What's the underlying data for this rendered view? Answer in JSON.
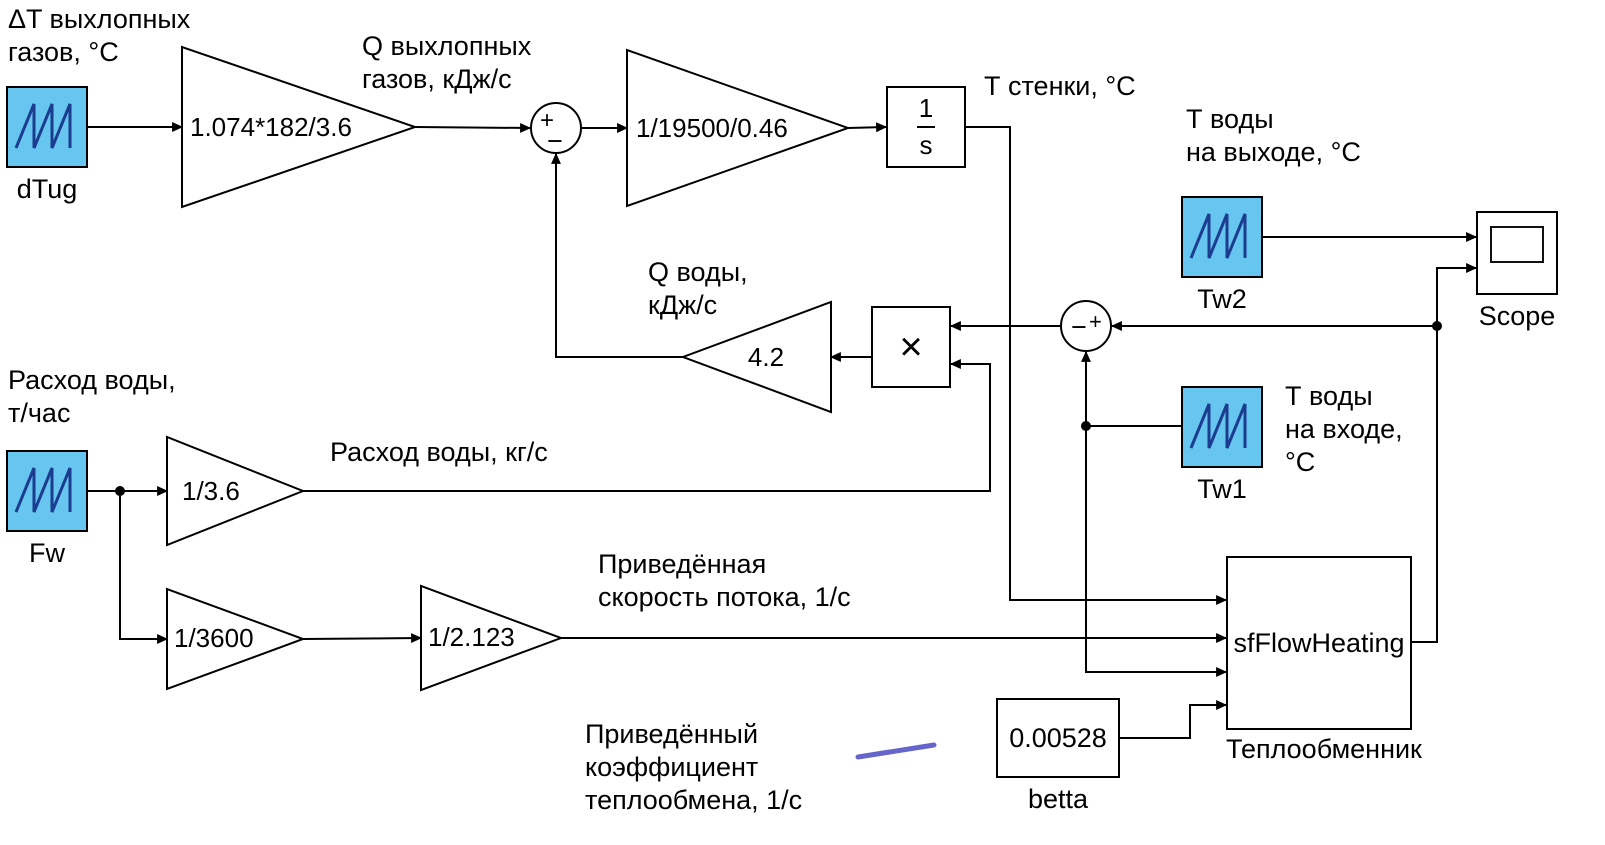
{
  "annotations": {
    "exhaust_dt": "ΔT выхлопных\nгазов, °C",
    "q_exhaust": "Q выхлопных\nгазов, кДж/с",
    "t_wall": "Т стенки, °C",
    "t_water_out": "Т воды\nна выходе, °C",
    "q_water": "Q воды,\nкДж/с",
    "water_flow": "Расход воды,\nт/час",
    "water_flow_kg": "Расход воды, кг/с",
    "reduced_speed": "Приведённая\nскорость потока, 1/с",
    "reduced_coeff": "Приведённый\nкоэффициент\nтеплообмена, 1/с"
  },
  "blocks": {
    "dtug": {
      "label": "dTug"
    },
    "fw": {
      "label": "Fw"
    },
    "tw1": {
      "label": "Tw1"
    },
    "tw2": {
      "label": "Tw2"
    },
    "scope": {
      "label": "Scope"
    },
    "betta": {
      "label": "betta",
      "value": "0.00528"
    },
    "heat_exchanger": {
      "title": "sfFlowHeating",
      "label": "Теплообменник"
    },
    "gain_exhaust": {
      "value": "1.074*182/3.6"
    },
    "gain_wall": {
      "value": "1/19500/0.46"
    },
    "gain_cp": {
      "value": "4.2"
    },
    "gain_flow_kg": {
      "value": "1/3.6"
    },
    "gain_flow_h": {
      "value": "1/3600"
    },
    "gain_speed": {
      "value": "1/2.123"
    },
    "integrator": {
      "num": "1",
      "den": "s"
    },
    "sum1": {
      "input_left": "+",
      "input_bottom": "−"
    },
    "sum2": {
      "input_right": "+",
      "input_bottom": "−"
    },
    "product": {
      "symbol": "×"
    }
  },
  "colors": {
    "source_fill": "#67C6F0",
    "source_wave": "#1b3c8f",
    "annotation_line": "#6665cc"
  }
}
